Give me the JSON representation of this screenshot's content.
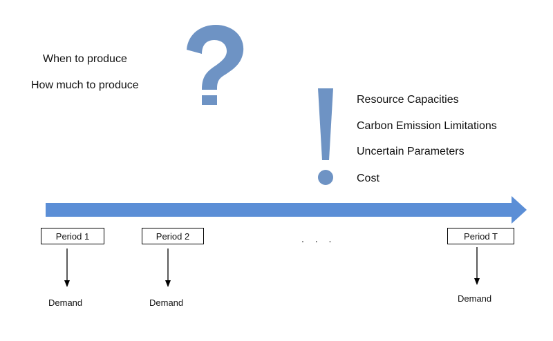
{
  "questions": [
    "When to produce",
    "How much to produce"
  ],
  "constraints": [
    "Resource Capacities",
    "Carbon Emission Limitations",
    "Uncertain Parameters",
    "Cost"
  ],
  "periods": [
    {
      "label": "Period 1",
      "demand": "Demand"
    },
    {
      "label": "Period 2",
      "demand": "Demand"
    },
    {
      "label": "Period T",
      "demand": "Demand"
    }
  ],
  "ellipsis": ". . .",
  "icons": {
    "question": "question-mark-icon",
    "exclamation": "exclamation-mark-icon"
  },
  "colors": {
    "accent": "#5b8ed6",
    "arrow": "#5b8ed6",
    "glyph": "#6e93c4",
    "line": "#000000"
  }
}
